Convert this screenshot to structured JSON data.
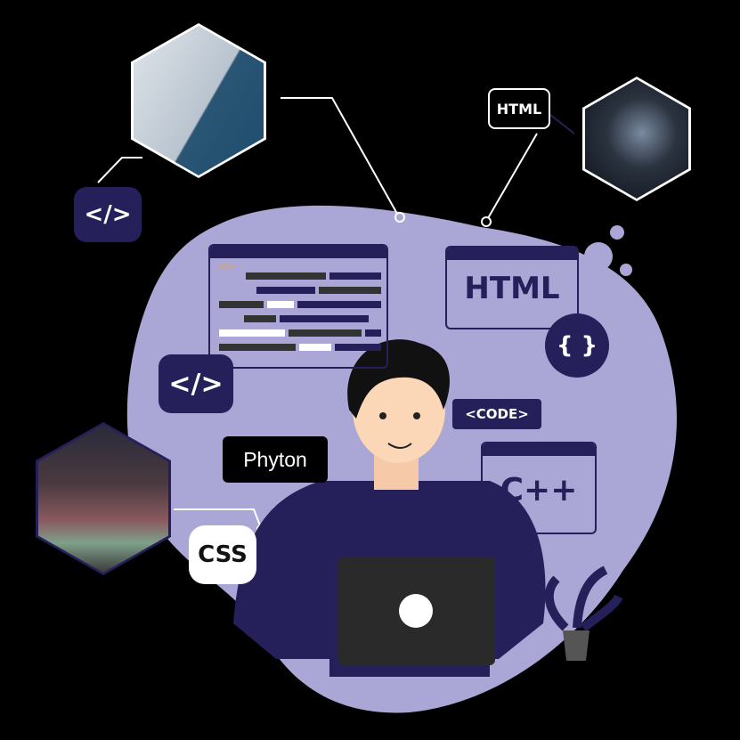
{
  "labels": {
    "code_tag_left_top": "</>",
    "code_tag_left_mid": "</>",
    "html_tag_top": "HTML",
    "html_window": "HTML",
    "braces": "{ }",
    "code_badge": "<CODE>",
    "cpp_window": "C++",
    "phyton_bubble": "Phyton",
    "css_bubble": "CSS",
    "editor_tag": "</>"
  },
  "colors": {
    "background": "#000000",
    "blob": "#aaa6d6",
    "navy": "#25205a",
    "accent_orange": "#e8a33d"
  }
}
